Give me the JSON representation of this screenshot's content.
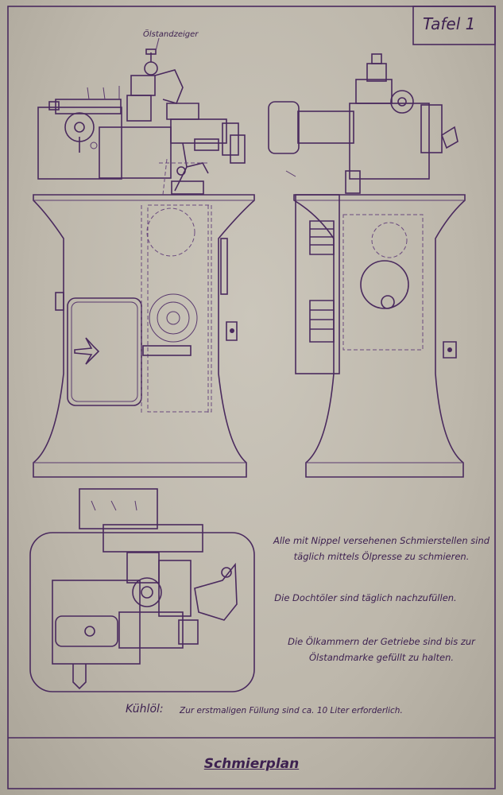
{
  "sheet": {
    "tafel": "Tafel 1",
    "oelstand_label": "Ölstandzeiger",
    "notes": [
      "Alle mit Nippel versehenen Schmierstellen sind täglich mittels Ölpresse zu schmieren.",
      "Die Dochtöler sind täglich nachzufüllen.",
      "Die Ölkammern der Getriebe sind bis zur Ölstandmarke gefüllt zu halten."
    ],
    "kuehl_label": "Kühlöl:",
    "kuehl_text": "Zur erstmaligen Füllung sind ca. 10 Liter erforderlich.",
    "title": "Schmierplan"
  },
  "colors": {
    "ink": "#4a2a5e",
    "paper": "#c4bfb3"
  }
}
